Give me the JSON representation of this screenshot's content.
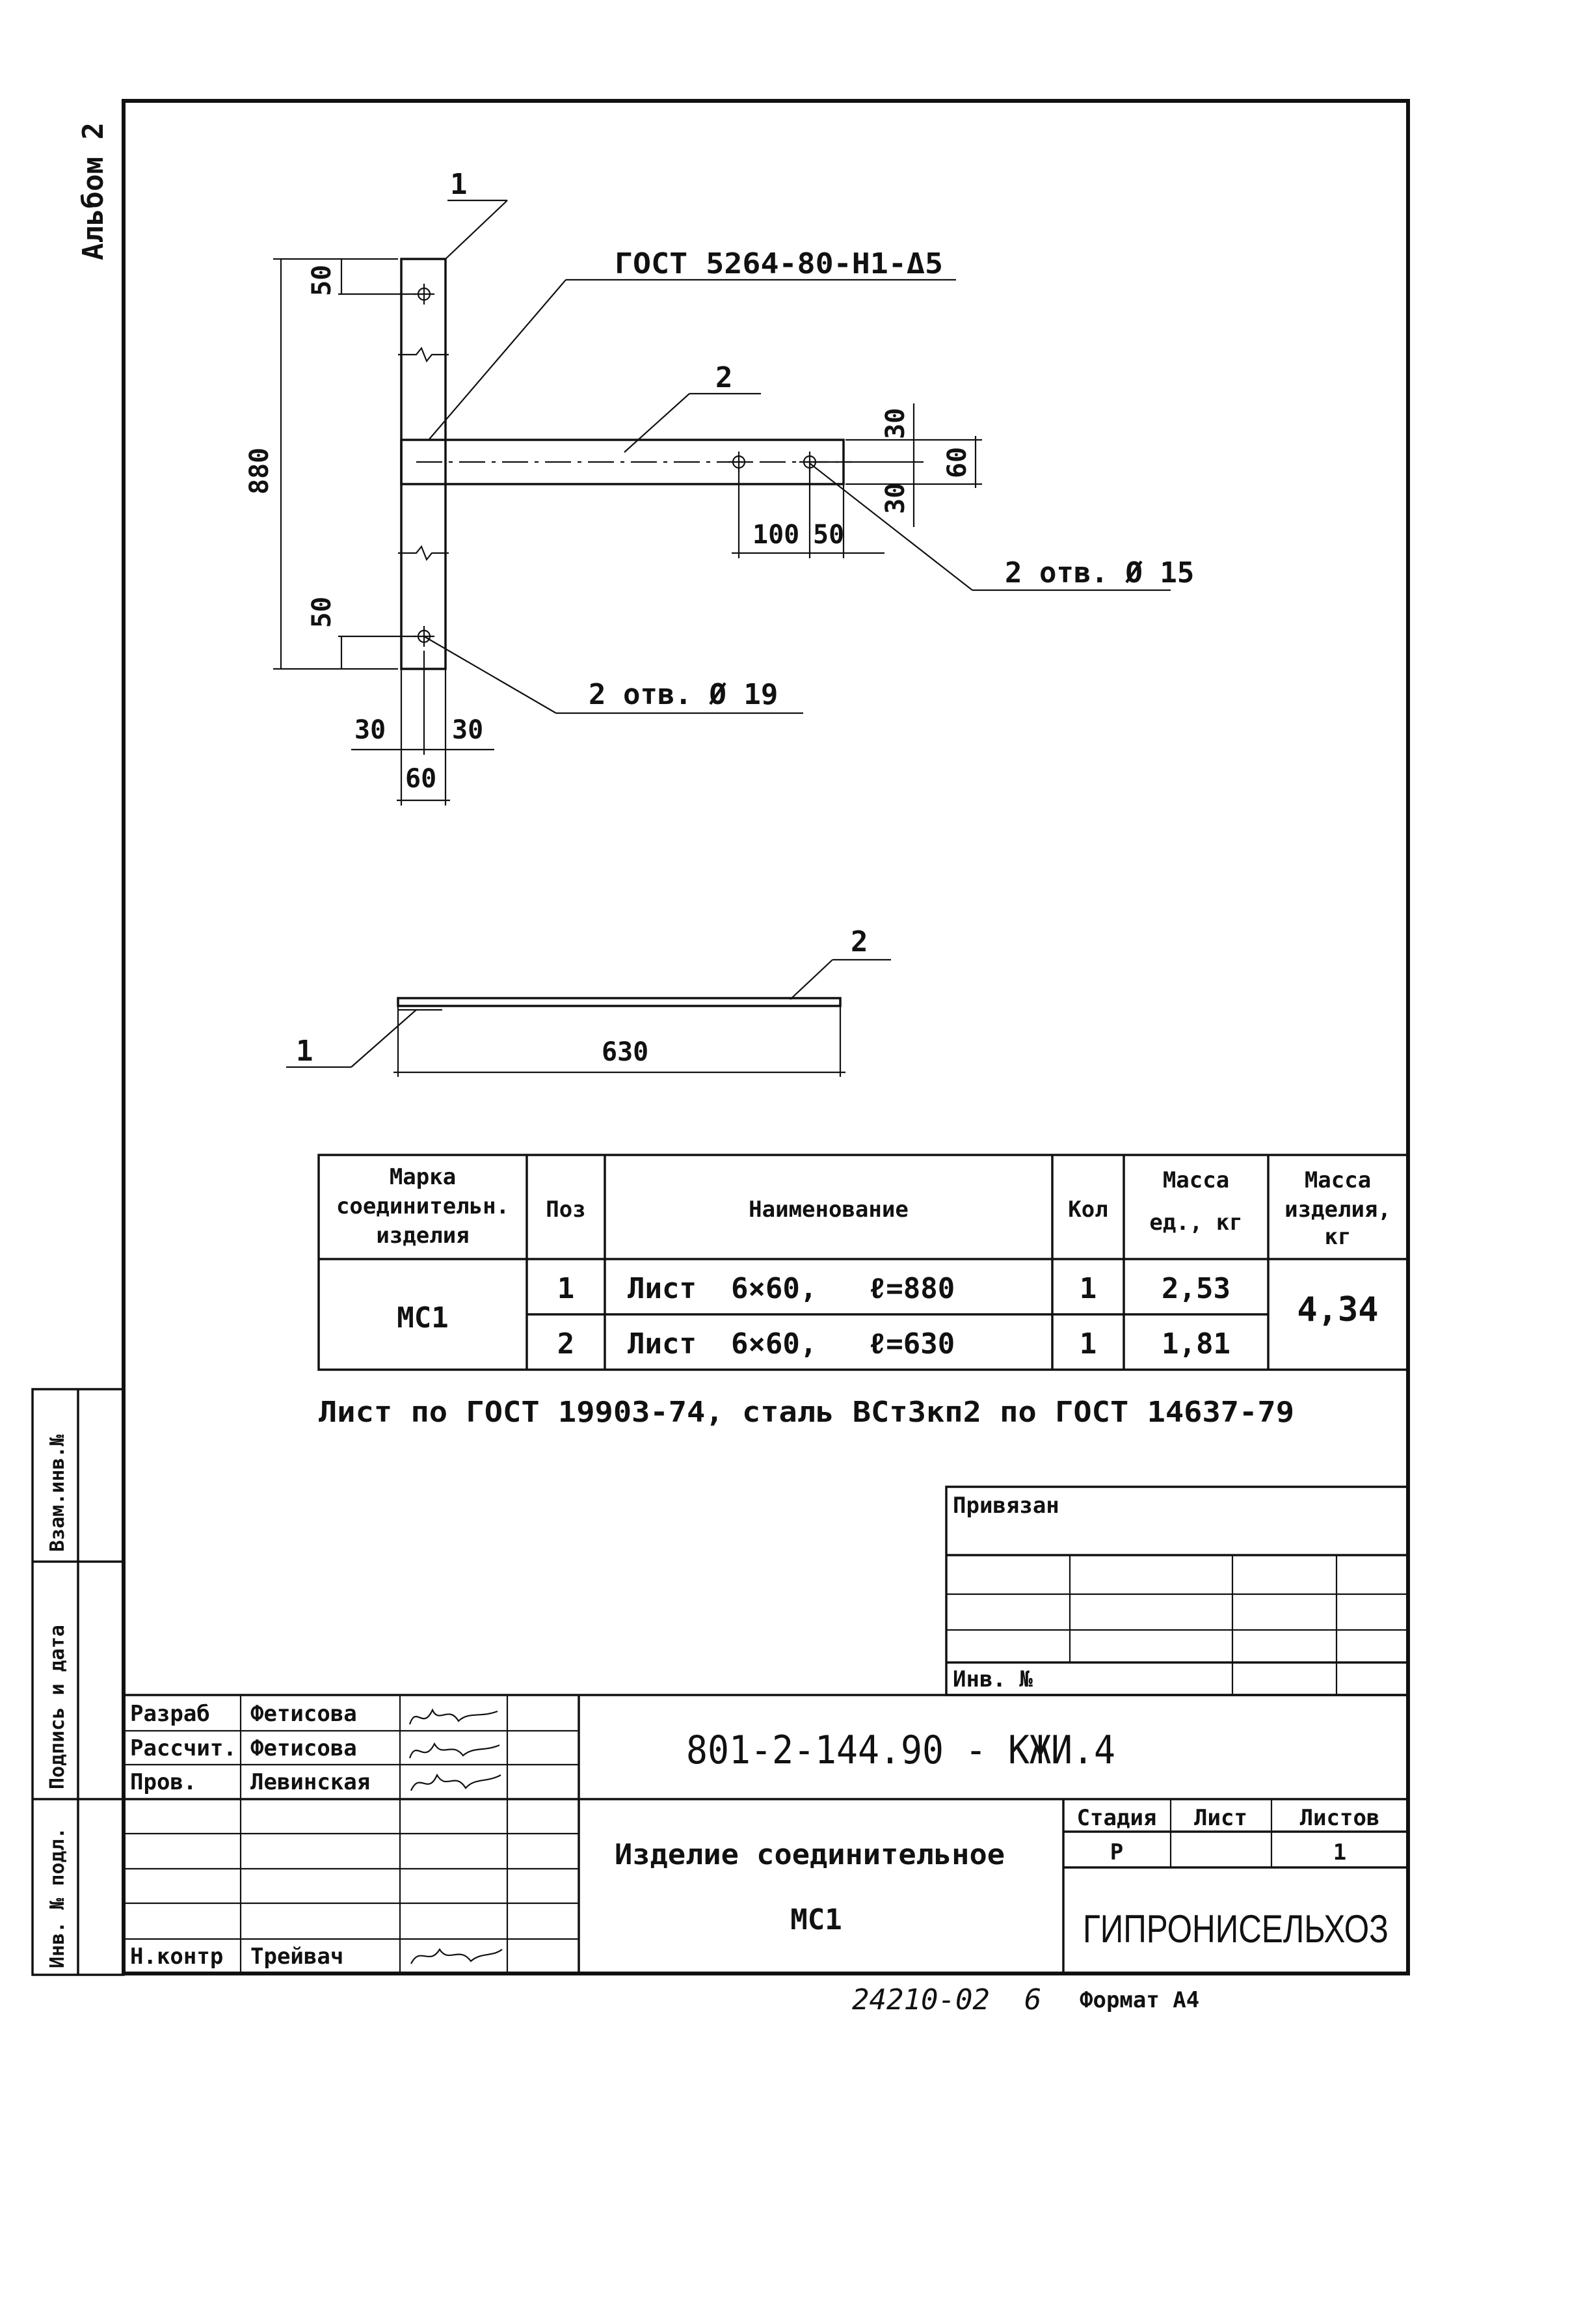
{
  "album": "Альбом 2",
  "callouts": {
    "pos1": "1",
    "pos2": "2",
    "weld": "ГОСТ 5264-80-Н1-Δ5",
    "holes15": "2 отв. Ø 15",
    "holes19": "2 отв. Ø 19"
  },
  "dimensions": {
    "d880": "880",
    "d50_top": "50",
    "d50_bottom": "50",
    "d30_right_top": "30",
    "d30_right_bottom": "30",
    "d60_right": "60",
    "d100": "100",
    "d50_horiz": "50",
    "d30_left": "30",
    "d30_right": "30",
    "d60_bottom": "60",
    "d630": "630"
  },
  "spec_table": {
    "headers": {
      "mark": [
        "Марка",
        "соединительн.",
        "изделия"
      ],
      "pos": "Поз",
      "name": "Наименование",
      "qty": "Кол",
      "mass_unit": [
        "Масса",
        "ед., кг"
      ],
      "mass_item": [
        "Масса",
        "изделия,",
        "кг"
      ]
    },
    "mark": "МС1",
    "total_mass": "4,34",
    "rows": [
      {
        "pos": "1",
        "name": "Лист  6×60,   ℓ=880",
        "qty": "1",
        "mass": "2,53"
      },
      {
        "pos": "2",
        "name": "Лист  6×60,   ℓ=630",
        "qty": "1",
        "mass": "1,81"
      }
    ]
  },
  "note": "Лист по ГОСТ 19903-74, сталь ВСт3кп2 по ГОСТ 14637-79",
  "binding": {
    "title": "Привязан",
    "inv": "Инв. №"
  },
  "left_strip": {
    "vzam": "Взам.инв.№",
    "podpis": "Подпись и дата",
    "inv_podl": "Инв. № подл."
  },
  "title_block": {
    "roles": [
      {
        "role": "Разраб",
        "name": "Фетисова"
      },
      {
        "role": "Рассчит.",
        "name": "Фетисова"
      },
      {
        "role": "Пров.",
        "name": "Левинская"
      },
      {
        "role": "",
        "name": ""
      },
      {
        "role": "",
        "name": ""
      },
      {
        "role": "",
        "name": ""
      },
      {
        "role": "Н.контр",
        "name": "Трейвач"
      }
    ],
    "doc_code": "801-2-144.90 - КЖИ.4",
    "product_name": "Изделие соединительное",
    "product_mark": "МС1",
    "stage_label": "Стадия",
    "sheet_label": "Лист",
    "sheets_label": "Листов",
    "stage": "Р",
    "sheet": "",
    "sheets": "1",
    "org": "ГИПРОНИСЕЛЬХОЗ"
  },
  "footer": {
    "number": "24210-02  6",
    "format": "Формат А4"
  }
}
